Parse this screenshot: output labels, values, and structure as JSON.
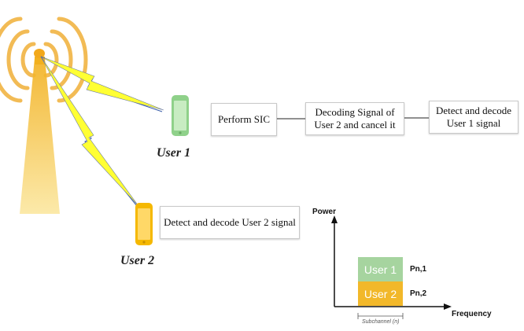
{
  "users": {
    "user1_label": "User 1",
    "user2_label": "User 2"
  },
  "pipeline_user1": {
    "step1": "Perform SIC",
    "step2_line1": "Decoding Signal of",
    "step2_line2": "User 2 and cancel it",
    "step3_line1": "Detect and decode",
    "step3_line2": "User 1 signal"
  },
  "pipeline_user2": {
    "step1": "Detect and decode  User 2 signal"
  },
  "power_chart": {
    "y_axis_label": "Power",
    "x_axis_label": "Frequency",
    "block_user1_label": "User 1",
    "block_user2_label": "User 2",
    "pn1_label": "Pn,1",
    "pn2_label": "Pn,2",
    "subchannel_label": "Subchannel (n)"
  },
  "colors": {
    "tower": "#f5c542",
    "wave": "#f0b84a",
    "bolt": "#ffff33",
    "phone_user1": "#8fd18a",
    "phone_user2": "#f5b800",
    "block_user1": "#a6d49f",
    "block_user2": "#f2b82a"
  }
}
